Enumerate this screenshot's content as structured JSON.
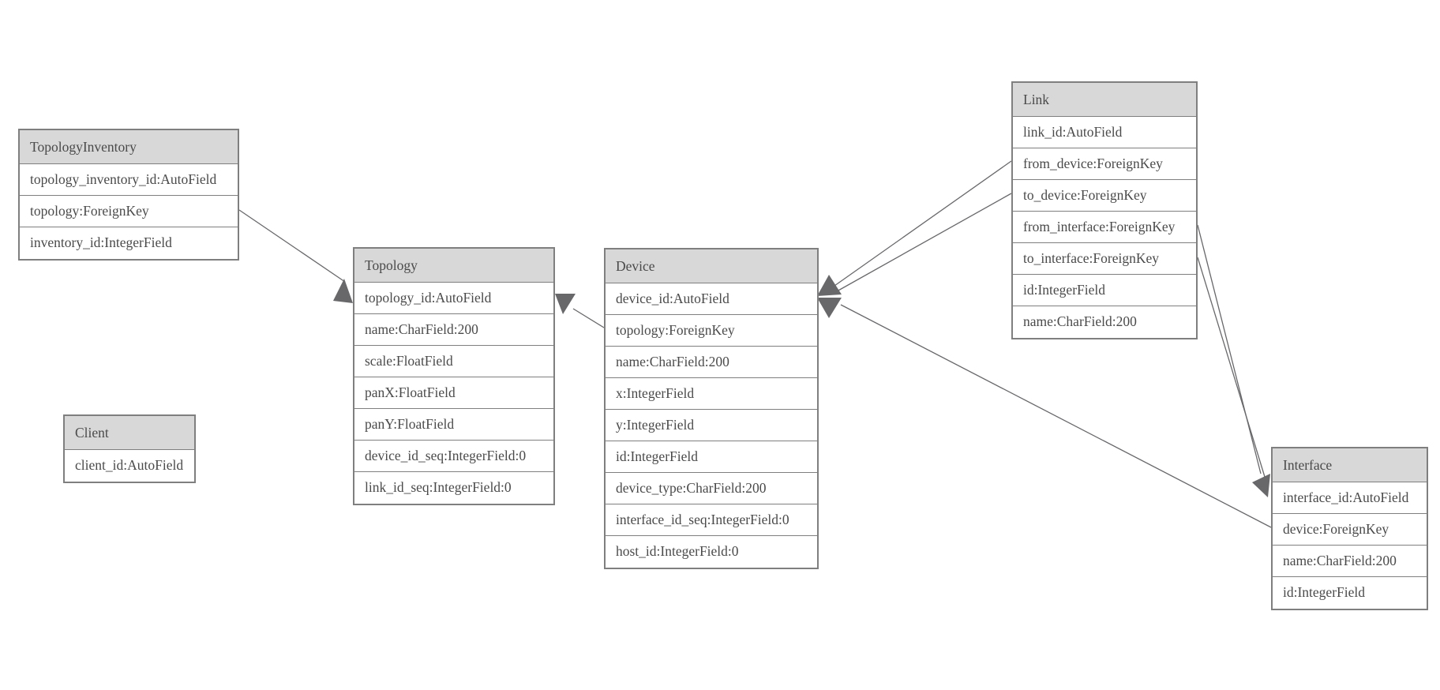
{
  "tables": {
    "topology_inventory": {
      "title": "TopologyInventory",
      "fields": [
        "topology_inventory_id:AutoField",
        "topology:ForeignKey",
        "inventory_id:IntegerField"
      ]
    },
    "topology": {
      "title": "Topology",
      "fields": [
        "topology_id:AutoField",
        "name:CharField:200",
        "scale:FloatField",
        "panX:FloatField",
        "panY:FloatField",
        "device_id_seq:IntegerField:0",
        "link_id_seq:IntegerField:0"
      ]
    },
    "client": {
      "title": "Client",
      "fields": [
        "client_id:AutoField"
      ]
    },
    "device": {
      "title": "Device",
      "fields": [
        "device_id:AutoField",
        "topology:ForeignKey",
        "name:CharField:200",
        "x:IntegerField",
        "y:IntegerField",
        "id:IntegerField",
        "device_type:CharField:200",
        "interface_id_seq:IntegerField:0",
        "host_id:IntegerField:0"
      ]
    },
    "link": {
      "title": "Link",
      "fields": [
        "link_id:AutoField",
        "from_device:ForeignKey",
        "to_device:ForeignKey",
        "from_interface:ForeignKey",
        "to_interface:ForeignKey",
        "id:IntegerField",
        "name:CharField:200"
      ]
    },
    "interface": {
      "title": "Interface",
      "fields": [
        "interface_id:AutoField",
        "device:ForeignKey",
        "name:CharField:200",
        "id:IntegerField"
      ]
    }
  },
  "relations": [
    {
      "from": "TopologyInventory.topology",
      "to": "Topology.topology_id"
    },
    {
      "from": "Device.topology",
      "to": "Topology.topology_id"
    },
    {
      "from": "Link.from_device",
      "to": "Device.device_id"
    },
    {
      "from": "Link.to_device",
      "to": "Device.device_id"
    },
    {
      "from": "Link.from_interface",
      "to": "Interface.interface_id"
    },
    {
      "from": "Link.to_interface",
      "to": "Interface.interface_id"
    },
    {
      "from": "Interface.device",
      "to": "Device.device_id"
    }
  ],
  "colors": {
    "background": "#ffffff",
    "header_bg": "#d8d8d8",
    "row_bg": "#ffffff",
    "border": "#7f7f7f",
    "text": "#4a4a4a",
    "connector": "#68686b"
  }
}
